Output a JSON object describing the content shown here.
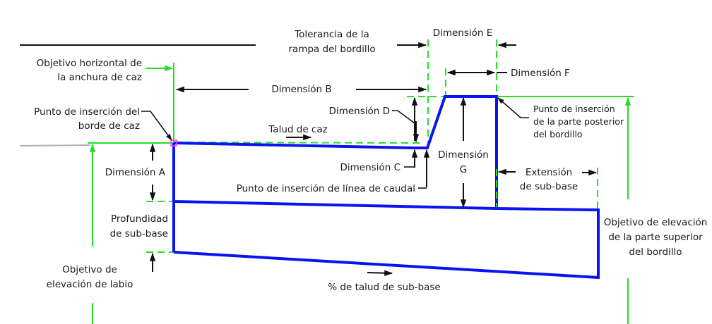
{
  "diagram": {
    "title": "Subensamblaje de bordillo y caz - parámetros",
    "colors": {
      "profile": "#0a14f0",
      "target": "#22e022",
      "leader": "#111111",
      "ground": "#b0b0b0",
      "insertion_marker": "#ff33ff"
    },
    "labels": {
      "gutter_width_target_1": "Objetivo horizontal de",
      "gutter_width_target_2": "la anchura de caz",
      "gutter_edge_insert_1": "Punto de inserción del",
      "gutter_edge_insert_2": "borde de caz",
      "dim_a": "Dimensión A",
      "subbase_depth_1": "Profundidad",
      "subbase_depth_2": "de sub-base",
      "lip_elev_target_1": "Objetivo de",
      "lip_elev_target_2": "elevación de labio",
      "curb_ramp_tol_1": "Tolerancia de la",
      "curb_ramp_tol_2": "rampa del bordillo",
      "dim_b": "Dimensión B",
      "dim_c": "Dimensión C",
      "dim_d": "Dimensión D",
      "dim_e": "Dimensión E",
      "dim_f": "Dimensión F",
      "dim_g_1": "Dimensión",
      "dim_g_2": "G",
      "gutter_slope": "Talud de caz",
      "flowline_insert": "Punto de inserción de línea de caudal",
      "back_curb_insert_1": "Punto de inserción",
      "back_curb_insert_2": "de la parte posterior",
      "back_curb_insert_3": "del bordillo",
      "subbase_ext_1": "Extensión",
      "subbase_ext_2": "de sub-base",
      "top_curb_elev_1": "Objetivo de elevación",
      "top_curb_elev_2": "de la parte superior",
      "top_curb_elev_3": "del bordillo",
      "subbase_slope": "% de talud de sub-base"
    }
  }
}
